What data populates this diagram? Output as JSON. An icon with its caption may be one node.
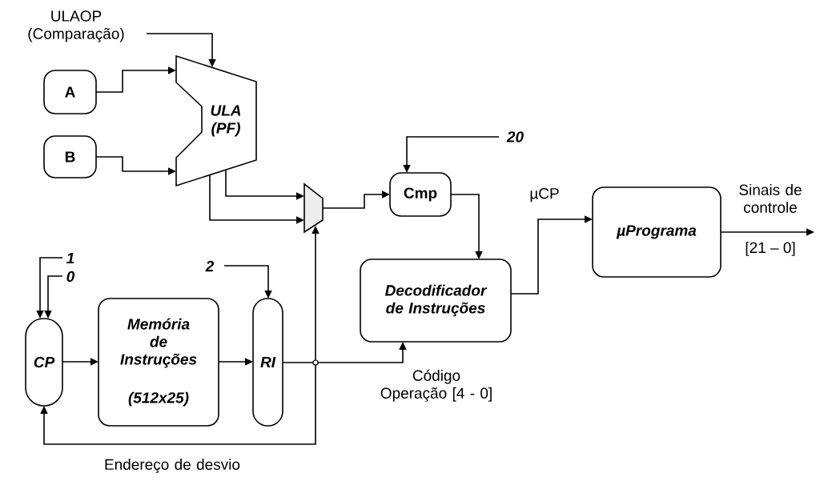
{
  "diagram": {
    "nodes": [
      {
        "text": [
          "ULAOP (Comparação)"
        ]
      },
      {
        "text": [
          "A"
        ]
      },
      {
        "text": [
          "B"
        ]
      },
      {
        "text": [
          "ULA (PF)"
        ]
      },
      {
        "text": [],
        "shape": "trapezoid"
      },
      {
        "text": [
          "20"
        ]
      },
      {
        "text": [
          "Cmp"
        ]
      },
      {
        "text": [
          "Decodificador de Instruções"
        ]
      },
      {
        "text": [
          "µPrograma"
        ]
      },
      {
        "text": [
          "1"
        ]
      },
      {
        "text": [
          "0"
        ]
      },
      {
        "text": [
          "CP"
        ]
      },
      {
        "text": [
          "Memória de Instruções",
          "(512x25)"
        ]
      },
      {
        "text": [
          "2"
        ]
      },
      {
        "text": [
          "RI"
        ]
      },
      {
        "text": [],
        "shape": "circle"
      }
    ],
    "edges": [
      {
        "from": 0,
        "to": 3,
        "arrow": "to"
      },
      {
        "from": 1,
        "to": 3,
        "arrow": "to"
      },
      {
        "from": 2,
        "to": 3,
        "arrow": "to"
      },
      {
        "from": 3,
        "to": 4,
        "arrow": "to"
      },
      {
        "from": 3,
        "to": 4,
        "arrow": "to"
      },
      {
        "from": 4,
        "to": 6,
        "arrow": "to"
      },
      {
        "from": 5,
        "to": 6,
        "arrow": "to"
      },
      {
        "from": 6,
        "to": 7,
        "arrow": "to"
      },
      {
        "from": 7,
        "to": 8,
        "arrow": "to",
        "label": "µCP"
      },
      {
        "from": 8,
        "to": null,
        "arrow": "to",
        "label": "Sinais de controle"
      },
      {
        "from": 9,
        "to": 11,
        "arrow": "to"
      },
      {
        "from": 10,
        "to": 11,
        "arrow": "to"
      },
      {
        "from": 11,
        "to": 12,
        "arrow": "to"
      },
      {
        "from": 12,
        "to": 14,
        "arrow": "to"
      },
      {
        "from": 13,
        "to": 14,
        "arrow": "to"
      },
      {
        "from": 14,
        "to": 15,
        "arrow": "none"
      },
      {
        "from": 15,
        "to": 7,
        "arrow": "to",
        "label": "Código Operação [4 - 0]"
      },
      {
        "from": 15,
        "to": 4,
        "arrow": "to"
      },
      {
        "from": 15,
        "to": 11,
        "arrow": "to",
        "label": "Endereço de desvio"
      }
    ],
    "labels": [
      "[21 – 0]"
    ]
  }
}
